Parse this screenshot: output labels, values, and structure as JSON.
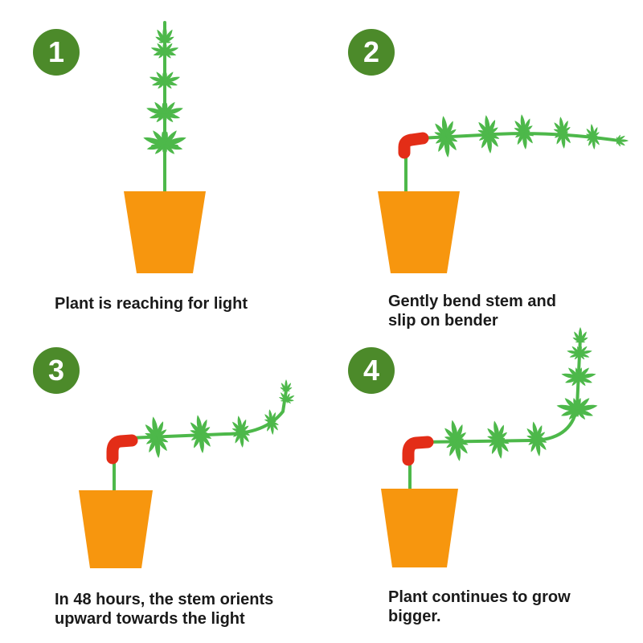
{
  "colors": {
    "badge": "#4c8a2a",
    "leaf": "#4db84a",
    "stem": "#4db84a",
    "pot": "#f7960e",
    "bender": "#e32d17",
    "text": "#1a1a1a",
    "background": "#ffffff"
  },
  "steps": [
    {
      "number": "1",
      "caption": [
        "Plant is reaching for light"
      ]
    },
    {
      "number": "2",
      "caption": [
        "Gently bend stem and",
        "slip on bender"
      ]
    },
    {
      "number": "3",
      "caption": [
        "In 48 hours, the stem orients",
        "upward towards the light"
      ]
    },
    {
      "number": "4",
      "caption": [
        "Plant continues to grow",
        "bigger."
      ]
    }
  ]
}
